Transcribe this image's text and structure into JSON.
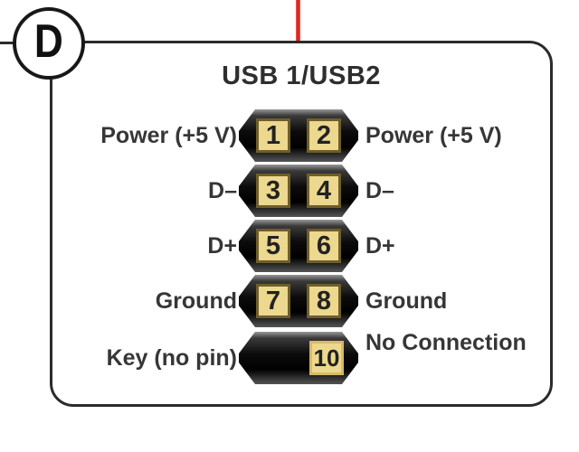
{
  "figure": {
    "label": "D"
  },
  "connector": {
    "title": "USB 1/USB2",
    "rows": [
      {
        "left_label": "Power (+5 V)",
        "pin_left": "1",
        "pin_right": "2",
        "right_label": "Power (+5 V)"
      },
      {
        "left_label": "D–",
        "pin_left": "3",
        "pin_right": "4",
        "right_label": "D–"
      },
      {
        "left_label": "D+",
        "pin_left": "5",
        "pin_right": "6",
        "right_label": "D+"
      },
      {
        "left_label": "Ground",
        "pin_left": "7",
        "pin_right": "8",
        "right_label": "Ground"
      },
      {
        "left_label": "Key (no pin)",
        "pin_right": "10",
        "right_label": "No Connection"
      }
    ]
  },
  "colors": {
    "callout_red": "#dc251c",
    "frame_border": "#2b2b2b",
    "header_block": "#0a0a0a",
    "pin_fill": "#ecd88e",
    "pin_border": "#6f5e2a",
    "pin10_border": "#d9b964",
    "text": "#363636"
  }
}
